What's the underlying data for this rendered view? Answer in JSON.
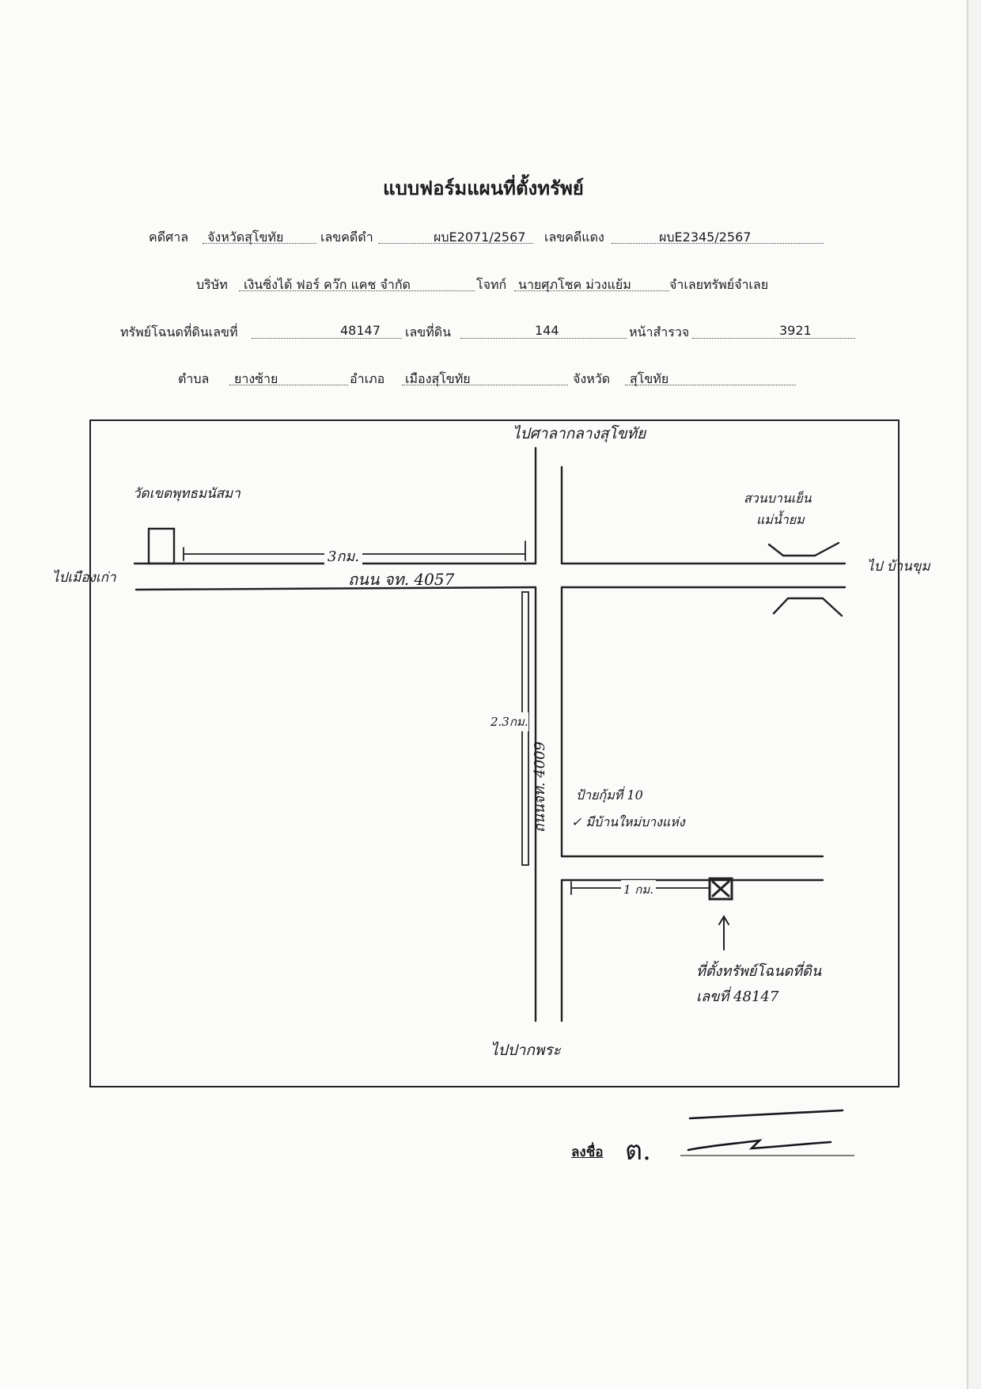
{
  "form": {
    "title": "แบบฟอร์มแผนที่ตั้งทรัพย์",
    "case": {
      "court_label": "คดีศาล",
      "court_value": "จังหวัดสุโขทัย",
      "black_no_label": "เลขคดีดำ",
      "black_no_value": "ผบE2071/2567",
      "red_no_label": "เลขคดีแดง",
      "red_no_value": "ผบE2345/2567"
    },
    "parties": {
      "company_label": "บริษัท",
      "company_value": "เงินซิ่งได้ ฟอร์ คว๊ก แคช จำกัด",
      "plaintiff_label": "โจทก์",
      "plaintiff_value": "นายศุภโชค ม่วงแย้ม",
      "defendant_label": "จำเลยทรัพย์จำเลย"
    },
    "property": {
      "deed_label": "ทรัพย์โฉนดที่ดินเลขที่",
      "deed_value": "48147",
      "land_no_label": "เลขที่ดิน",
      "land_no_value": "144",
      "survey_label": "หน้าสำรวจ",
      "survey_value": "3921"
    },
    "location": {
      "tambon_label": "ตำบล",
      "tambon_value": "ยางซ้าย",
      "amphoe_label": "อำเภอ",
      "amphoe_value": "เมืองสุโขทัย",
      "province_label": "จังหวัด",
      "province_value": "สุโขทัย"
    }
  },
  "map": {
    "north_label": "ไปศาลากลางสุโขทัย",
    "south_label": "ไปปากพระ",
    "west_label": "ไปเมืองเก่า",
    "east_label": "ไป บ้านขุม",
    "temple_label": "วัดเขตพุทธมนัสมา",
    "park_label_1": "สวนบานเย็น",
    "park_label_2": "แม่น้ำยม",
    "distance_west": "3กม.",
    "road_main": "ถนน จท. 4057",
    "distance_south": "2.3กม.",
    "road_side": "ถนนจท. 4009",
    "landmark_1": "ป้ายกุ้มที่ 10",
    "landmark_2": "✓ มีบ้านใหม่บางแห่ง",
    "distance_lane": "1 กม.",
    "property_label_1": "ที่ตั้งทรัพย์โฉนดที่ดิน",
    "property_label_2": "เลขที่ 48147"
  },
  "signature": {
    "label": "ลงชื่อ",
    "mark": "ต."
  }
}
